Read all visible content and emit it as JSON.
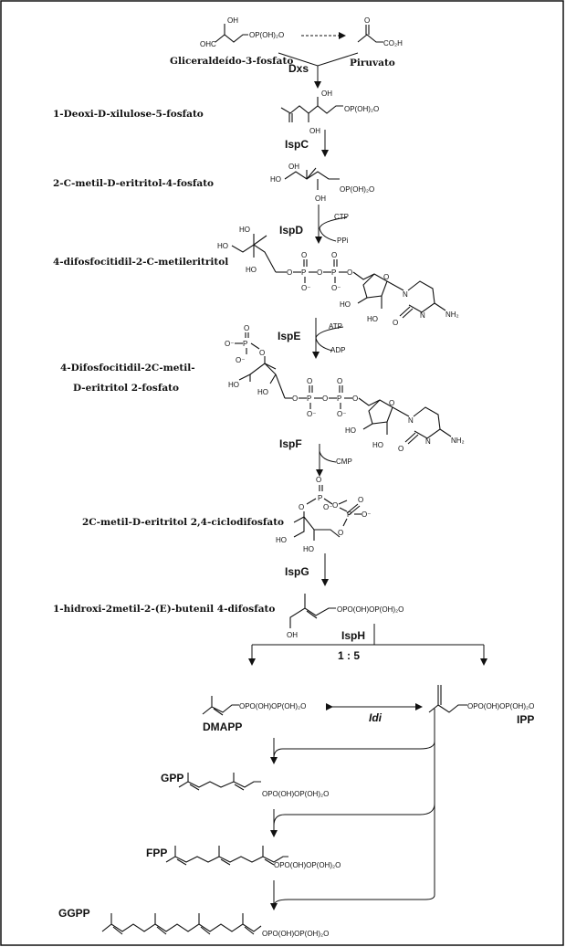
{
  "compounds": {
    "gap": "Gliceraldeído-3-fosfato",
    "pyruvate": "Piruvato",
    "dxp": "1-Deoxi-D-xilulose-5-fosfato",
    "mep": "2-C-metil-D-eritritol-4-fosfato",
    "cdpme": "4-difosfocitidil-2-C-metileritritol",
    "cdpmep_1": "4-Difosfocitidil-2C-metil-",
    "cdpmep_2": "D-eritritol 2-fosfato",
    "mecpp": "2C-metil-D-eritritol 2,4-ciclodifosfato",
    "hmbpp": "1-hidroxi-2metil-2-(E)-butenil 4-difosfato",
    "dmapp": "DMAPP",
    "ipp": "IPP",
    "gpp": "GPP",
    "fpp": "FPP",
    "ggpp": "GGPP"
  },
  "enzymes": {
    "dxs": "Dxs",
    "ispc": "IspC",
    "ispd": "IspD",
    "ispe": "IspE",
    "ispf": "IspF",
    "ispg": "IspG",
    "isph": "IspH",
    "idi": "Idi"
  },
  "cofactors": {
    "ctp": "CTP",
    "ppi": "PPi",
    "atp": "ATP",
    "adp": "ADP",
    "cmp": "CMP"
  },
  "ratio": "1  :  5",
  "groups": {
    "phosphate": "OP(OH)₂O",
    "diphosphate": "OPO(OH)OP(OH)₂O",
    "co2h": "CO₂H",
    "oh": "OH",
    "ho": "HO",
    "oho": "OHC",
    "o": "O",
    "p": "P",
    "ominus": "O⁻",
    "n": "N",
    "nh2": "NH₂"
  }
}
